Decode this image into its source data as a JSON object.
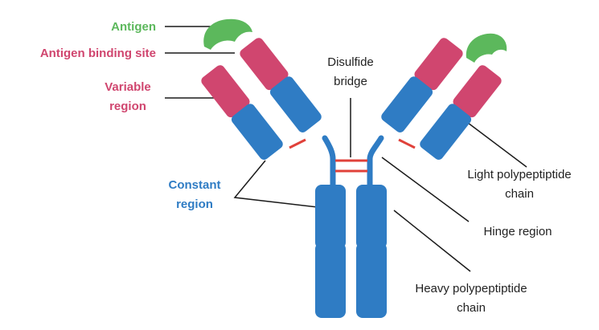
{
  "colors": {
    "heavy_chain": "#2F7CC4",
    "light_chain": "#2F7CC4",
    "variable": "#D0466F",
    "antigen": "#5CB85C",
    "disulfide": "#E0413A",
    "leader": "#1a1a1a",
    "label_green": "#5CB85C",
    "label_pink": "#D0466F",
    "label_blue": "#2F7CC4",
    "label_red": "#E0413A",
    "label_dark": "#222222"
  },
  "labels": {
    "antigen": "Antigen",
    "antigen_binding_site": "Antigen binding site",
    "variable_line1": "Variable",
    "variable_line2": "region",
    "constant_line1": "Constant",
    "constant_line2": "region",
    "disulfide_line1": "Disulfide",
    "disulfide_line2": "bridge",
    "light_line1": "Light polypeptiptide",
    "light_line2": "chain",
    "hinge": "Hinge region",
    "heavy_line1": "Heavy polypeptiptide",
    "heavy_line2": "chain"
  }
}
